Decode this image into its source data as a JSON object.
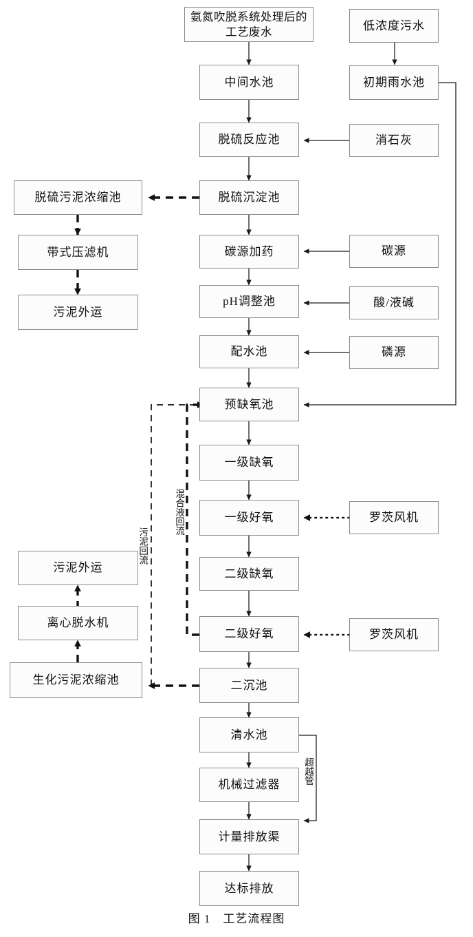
{
  "figure": {
    "caption": "图 1　工艺流程图",
    "title": "工艺流程图",
    "number": "图 1",
    "type": "process-flow-diagram",
    "colors": {
      "box_border": "#8a8a8a",
      "box_fill": "#fcfcfc",
      "line": "#1a1a1a",
      "background": "#ffffff"
    }
  },
  "nodes": {
    "process_wastewater": "氨氮吹脱系统处理后的工艺废水",
    "low_conc_sewage": "低浓度污水",
    "intermediate_tank": "中间水池",
    "initial_rain_tank": "初期雨水池",
    "desulfur_reaction_tank": "脱硫反应池",
    "slaked_lime": "消石灰",
    "desulfur_sediment_tank": "脱硫沉淀池",
    "desulfur_sludge_thickener": "脱硫污泥浓缩池",
    "belt_filter_press": "带式压滤机",
    "sludge_transport_top": "污泥外运",
    "carbon_dosing": "碳源加药",
    "carbon_source": "碳源",
    "ph_adjust_tank": "pH调整池",
    "acid_alkali": "酸/液碱",
    "water_distribution_tank": "配水池",
    "phosphorus_source": "磷源",
    "pre_anoxic_tank": "预缺氧池",
    "primary_anoxic": "一级缺氧",
    "primary_aerobic": "一级好氧",
    "roots_blower_1": "罗茨风机",
    "secondary_anoxic": "二级缺氧",
    "secondary_aerobic": "二级好氧",
    "roots_blower_2": "罗茨风机",
    "secondary_clarifier": "二沉池",
    "bio_sludge_thickener": "生化污泥浓缩池",
    "centrifugal_dehydrator": "离心脱水机",
    "sludge_transport_bottom": "污泥外运",
    "clear_water_tank": "清水池",
    "mechanical_filter": "机械过滤器",
    "metering_discharge_channel": "计量排放渠",
    "compliant_discharge": "达标排放"
  },
  "edge_labels": {
    "sludge_return": "污泥回流",
    "mixed_liquor_return": "混合液回流",
    "bypass_pipe": "超越管"
  }
}
